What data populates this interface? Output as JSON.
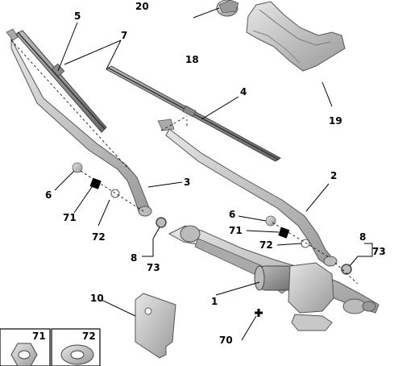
{
  "callouts": {
    "c1": "1",
    "c2": "2",
    "c3": "3",
    "c4": "4",
    "c5": "5",
    "c6a": "6",
    "c6b": "6",
    "c7": "7",
    "c8a": "8",
    "c8b": "8",
    "c10": "10",
    "c18": "18",
    "c19": "19",
    "c20": "20",
    "c70": "70",
    "c71a": "71",
    "c71b": "71",
    "c72a": "72",
    "c72b": "72",
    "c73a": "73",
    "c73b": "73",
    "inset71": "71",
    "inset72": "72"
  },
  "colors": {
    "part_fill": "#c8c8c8",
    "part_stroke": "#555555",
    "accent_black": "#000000"
  }
}
